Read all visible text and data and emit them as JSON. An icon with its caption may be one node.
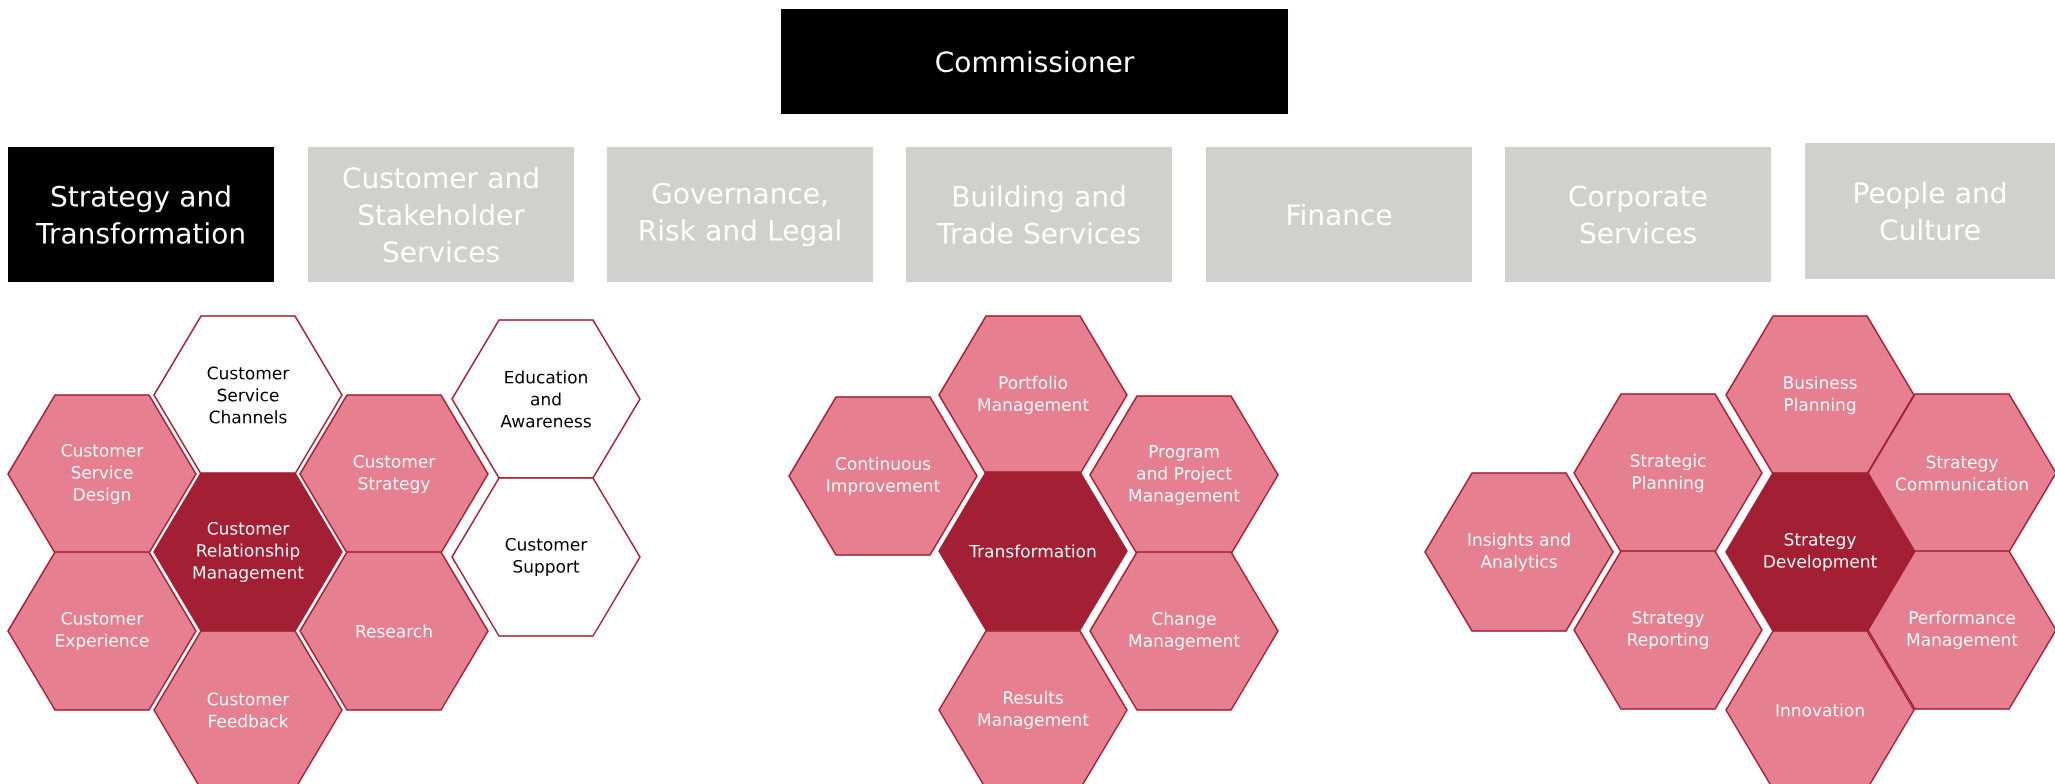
{
  "diagram": {
    "nodes": [
      {
        "text": [
          "Commissioner"
        ]
      },
      {
        "text": [
          "Strategy and Transformation"
        ]
      },
      {
        "text": [
          "Customer and Stakeholder Services"
        ]
      },
      {
        "text": [
          "Governance, Risk and Legal"
        ]
      },
      {
        "text": [
          "Building and Trade Services"
        ]
      },
      {
        "text": [
          "Finance"
        ]
      },
      {
        "text": [
          "Corporate Services"
        ]
      },
      {
        "text": [
          "People and Culture"
        ]
      },
      {
        "text": [
          "Customer Service Channels"
        ]
      },
      {
        "text": [
          "Education and Awareness"
        ]
      },
      {
        "text": [
          "Customer Service Design"
        ]
      },
      {
        "text": [
          "Customer Strategy"
        ]
      },
      {
        "text": [
          "Customer Relationship Management"
        ]
      },
      {
        "text": [
          "Customer Support"
        ]
      },
      {
        "text": [
          "Customer Experience"
        ]
      },
      {
        "text": [
          "Research"
        ]
      },
      {
        "text": [
          "Customer Feedback"
        ]
      },
      {
        "text": [
          "Portfolio Management"
        ]
      },
      {
        "text": [
          "Continuous Improvement"
        ]
      },
      {
        "text": [
          "Program and Project Management"
        ]
      },
      {
        "text": [
          "Transformation"
        ]
      },
      {
        "text": [
          "Change Management"
        ]
      },
      {
        "text": [
          "Results Management"
        ]
      },
      {
        "text": [
          "Business Planning"
        ]
      },
      {
        "text": [
          "Strategic Planning"
        ]
      },
      {
        "text": [
          "Strategy Communication"
        ]
      },
      {
        "text": [
          "Insights and Analytics"
        ]
      },
      {
        "text": [
          "Strategy Development"
        ]
      },
      {
        "text": [
          "Strategy Reporting"
        ]
      },
      {
        "text": [
          "Performance Management"
        ]
      },
      {
        "text": [
          "Innovation"
        ]
      }
    ]
  }
}
